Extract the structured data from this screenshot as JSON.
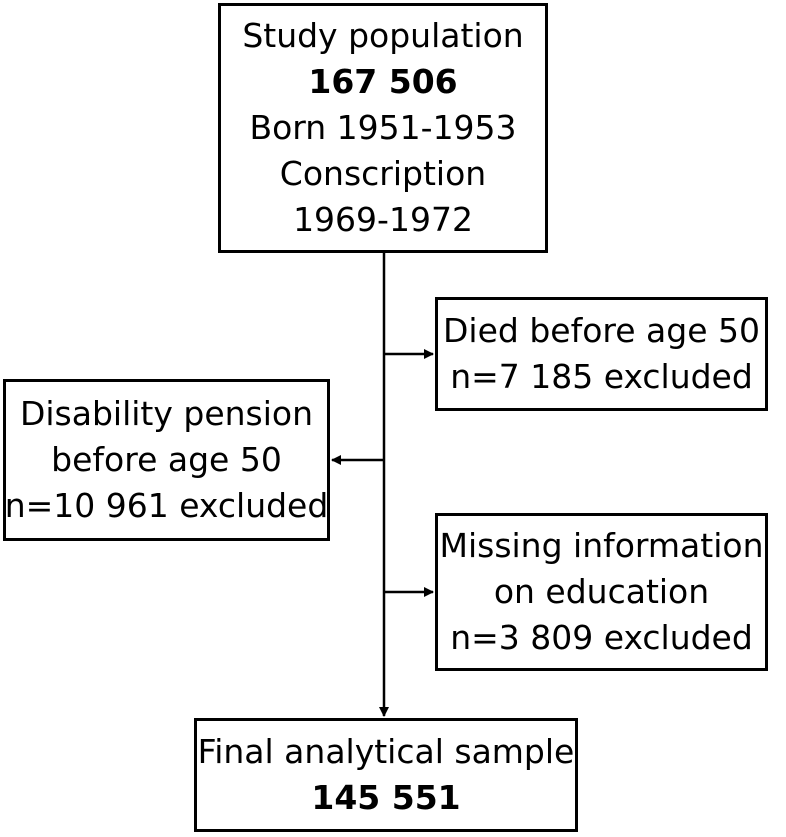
{
  "flowchart": {
    "study_population": {
      "title": "Study population",
      "count": "167 506",
      "line3": "Born 1951-1953",
      "line4": "Conscription",
      "line5": "1969-1972"
    },
    "died": {
      "line1": "Died before age 50",
      "line2": "n=7 185 excluded"
    },
    "disability": {
      "line1": "Disability pension",
      "line2": "before age 50",
      "line3": "n=10 961 excluded"
    },
    "missing": {
      "line1": "Missing information",
      "line2": "on education",
      "line3": "n=3 809 excluded"
    },
    "final": {
      "title": "Final analytical sample",
      "count": "145 551"
    }
  }
}
